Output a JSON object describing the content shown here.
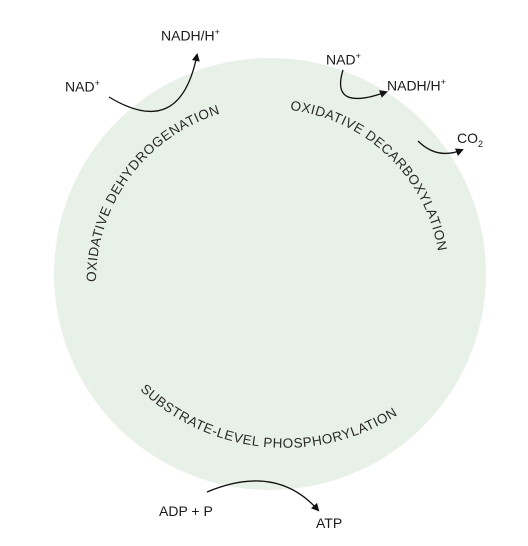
{
  "circle": {
    "fill_color": "#e8f1e7"
  },
  "arc_labels": {
    "oxidative_dehydrogenation": "OXIDATIVE DEHYDROGENATION",
    "oxidative_decarboxylation": "OXIDATIVE DECARBOXYLATION",
    "substrate_level_phosphorylation": "SUBSTRATE-LEVEL PHOSPHORYLATION"
  },
  "cofactors": {
    "nad_in_left": "NAD",
    "nadh_out_left": "NADH/H",
    "nad_in_right": "NAD",
    "nadh_out_right": "NADH/H",
    "plus_sign": "+",
    "co2_main": "CO",
    "co2_sub": "2",
    "adp_p": "ADP + P",
    "atp": "ATP"
  },
  "colors": {
    "text": "#1a1a1a",
    "arrow": "#111111"
  }
}
